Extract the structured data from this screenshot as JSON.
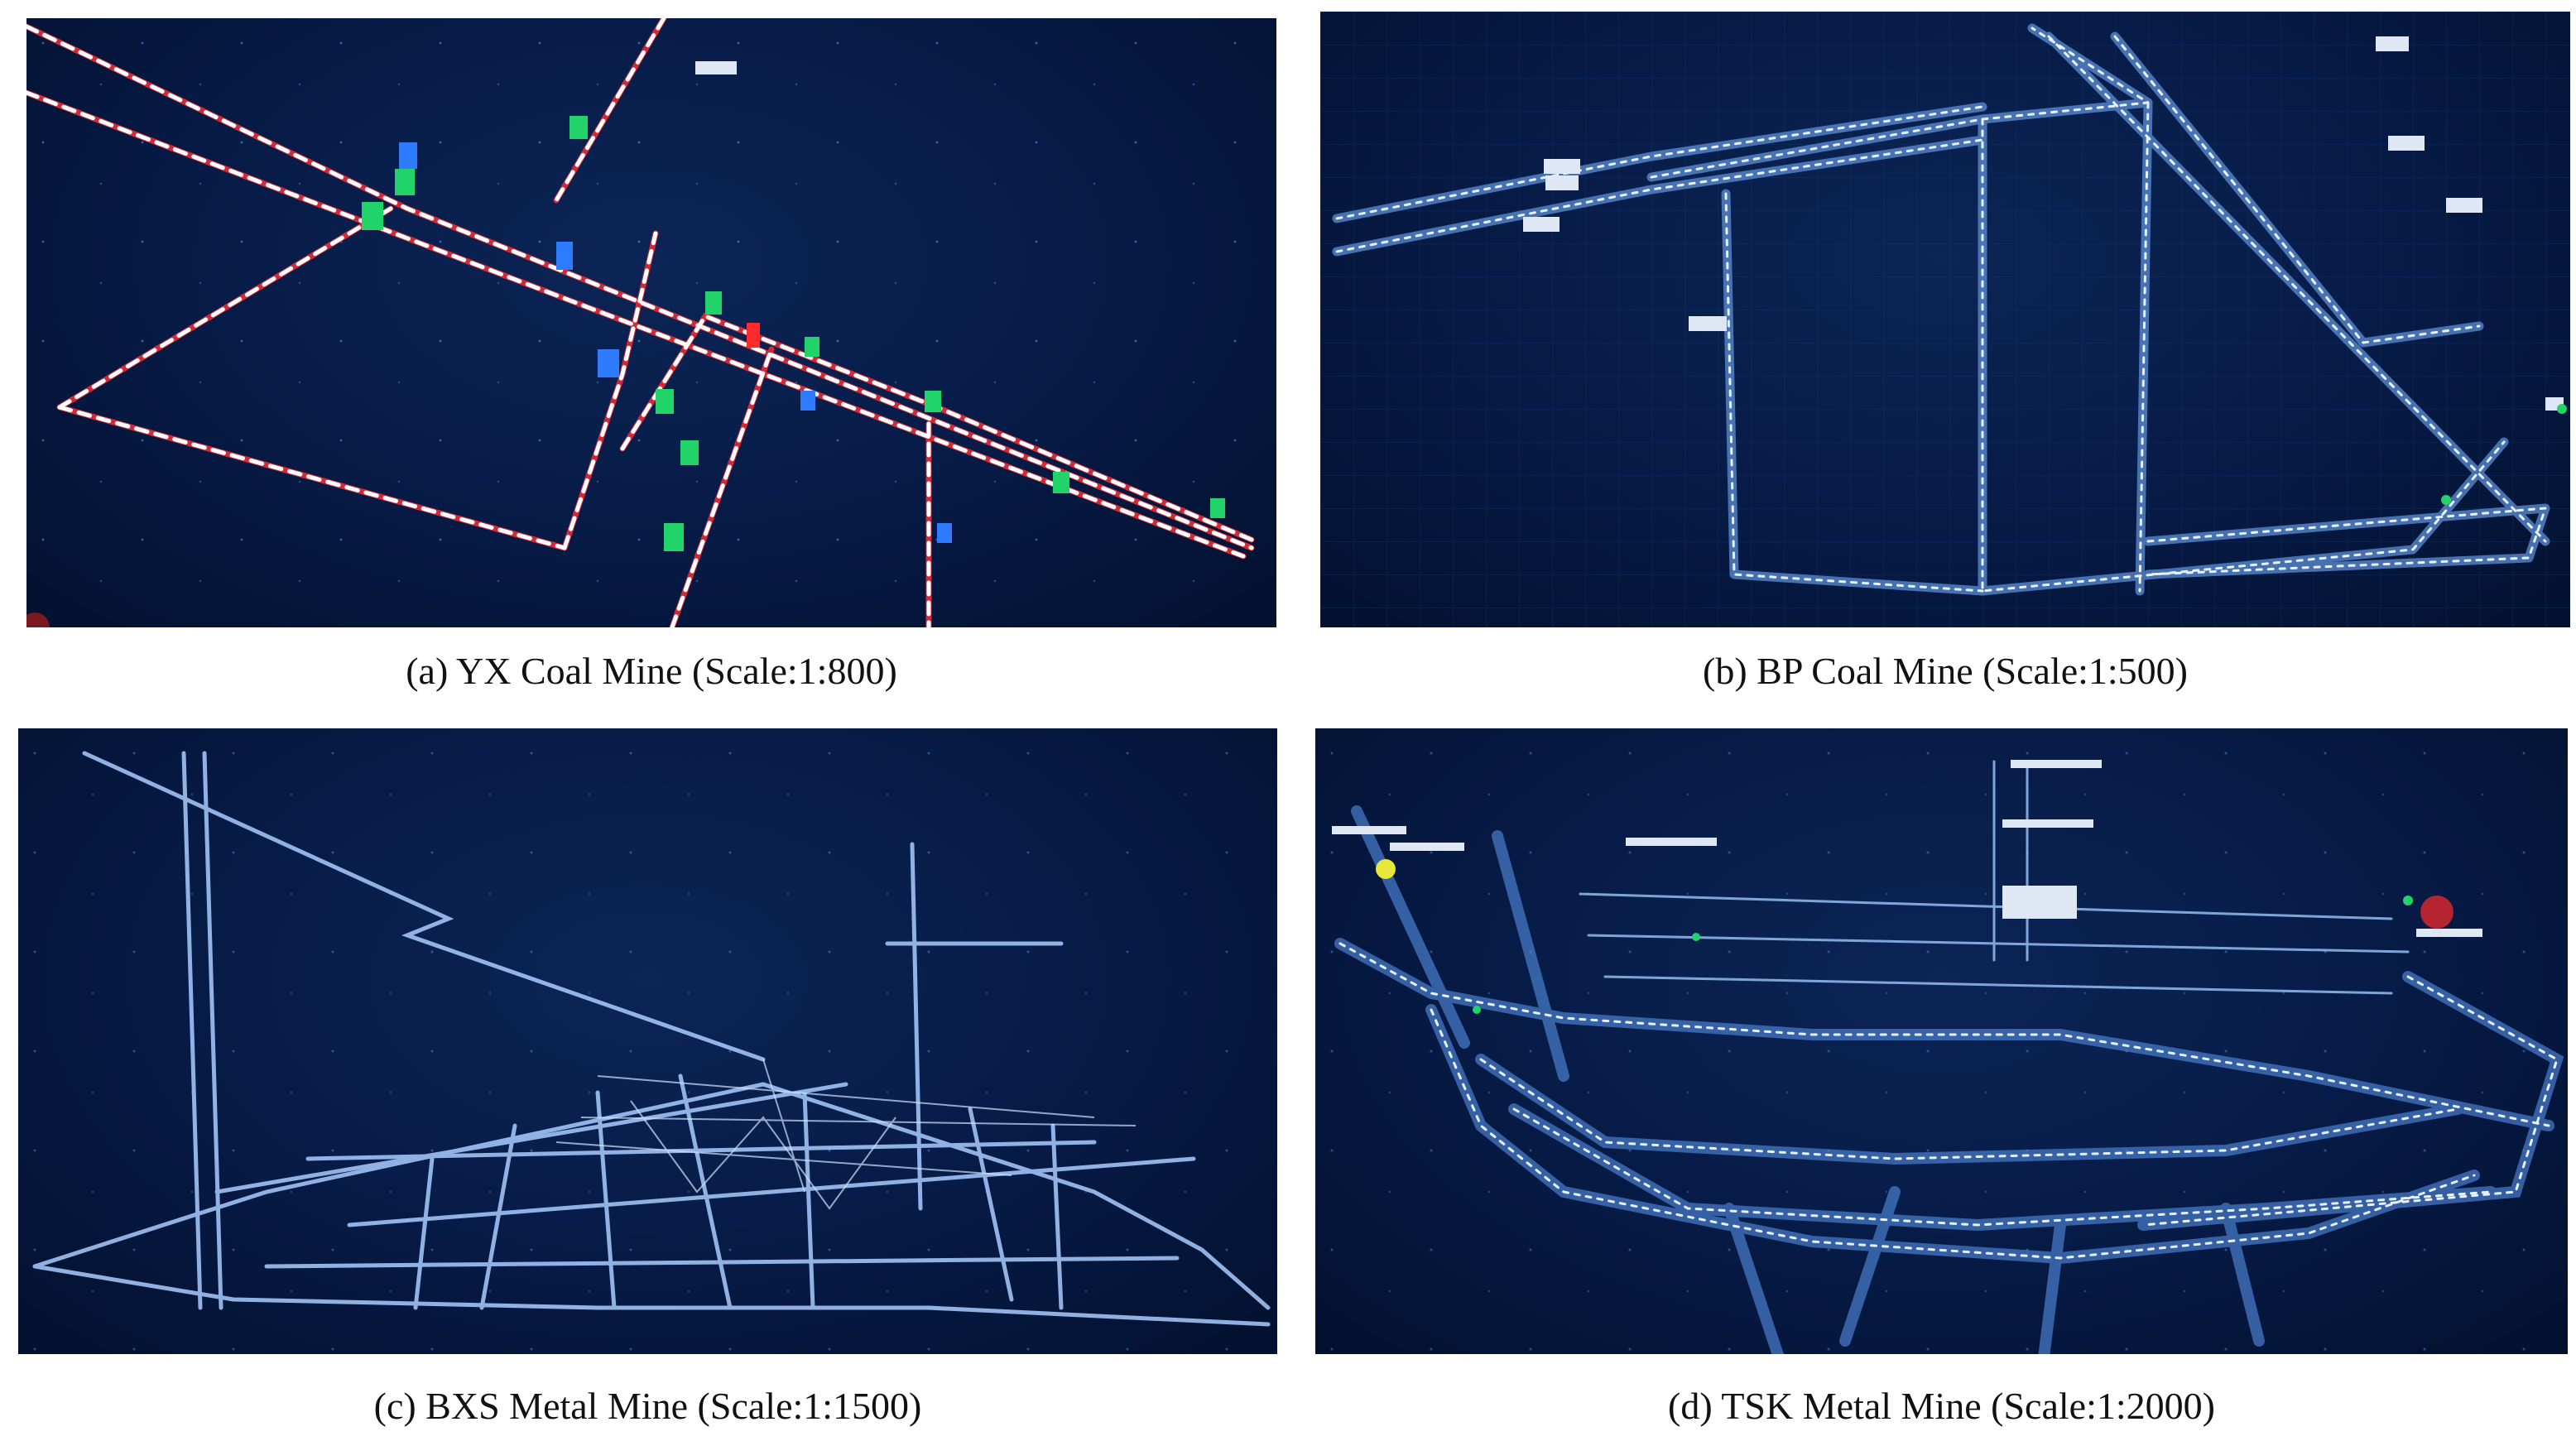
{
  "figure": {
    "panels": [
      {
        "id": "a",
        "caption": "(a) YX Coal Mine (Scale:1:800)",
        "style": "red-white dashed tunnels with green/blue sensor markers"
      },
      {
        "id": "b",
        "caption": "(b) BP Coal Mine (Scale:1:500)",
        "style": "glowing blue tunnels with white labels"
      },
      {
        "id": "c",
        "caption": "(c) BXS Metal Mine (Scale:1:1500)",
        "style": "dense light blue tunnel network"
      },
      {
        "id": "d",
        "caption": "(d) TSK Metal Mine (Scale:1:2000)",
        "style": "multi-level blue tunnels with airflow labels"
      }
    ],
    "colors": {
      "background": "#061a45",
      "tunnel_blue": "#9cc7ff",
      "tunnel_red": "#e0303a",
      "sensor_green": "#22d36a",
      "sensor_blue": "#2f7bff",
      "alarm_red": "#ff2a2a"
    },
    "icons": {
      "sensor": "sensor-marker-icon",
      "alarm": "alarm-marker-icon",
      "label": "location-label-icon"
    }
  }
}
